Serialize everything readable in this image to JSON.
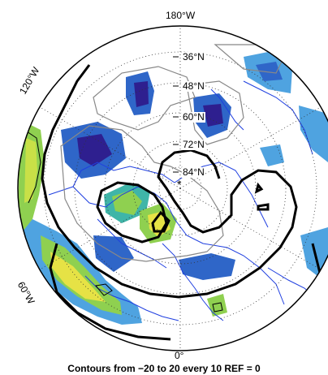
{
  "map": {
    "projection": "north-polar-stereographic",
    "longitude_labels": {
      "top": "180°W",
      "upper_left": "120°W",
      "lower_left": "60°W",
      "bottom": "0°"
    },
    "latitude_labels": [
      "36°N",
      "48°N",
      "60°N",
      "72°N",
      "84°N"
    ],
    "pole_marker": "*",
    "caption": "Contours from −20 to 20 every 10 REF = 0",
    "colors": {
      "coastline": "#1f3fe0",
      "contour": "#000000",
      "contour_minor": "#888888",
      "fill_deep": "#2e1f8f",
      "fill_blue": "#2f66c8",
      "fill_light_blue": "#4fa3e0",
      "fill_teal": "#3fb5a8",
      "fill_green": "#8fd050",
      "fill_yellow": "#e6e245"
    }
  }
}
